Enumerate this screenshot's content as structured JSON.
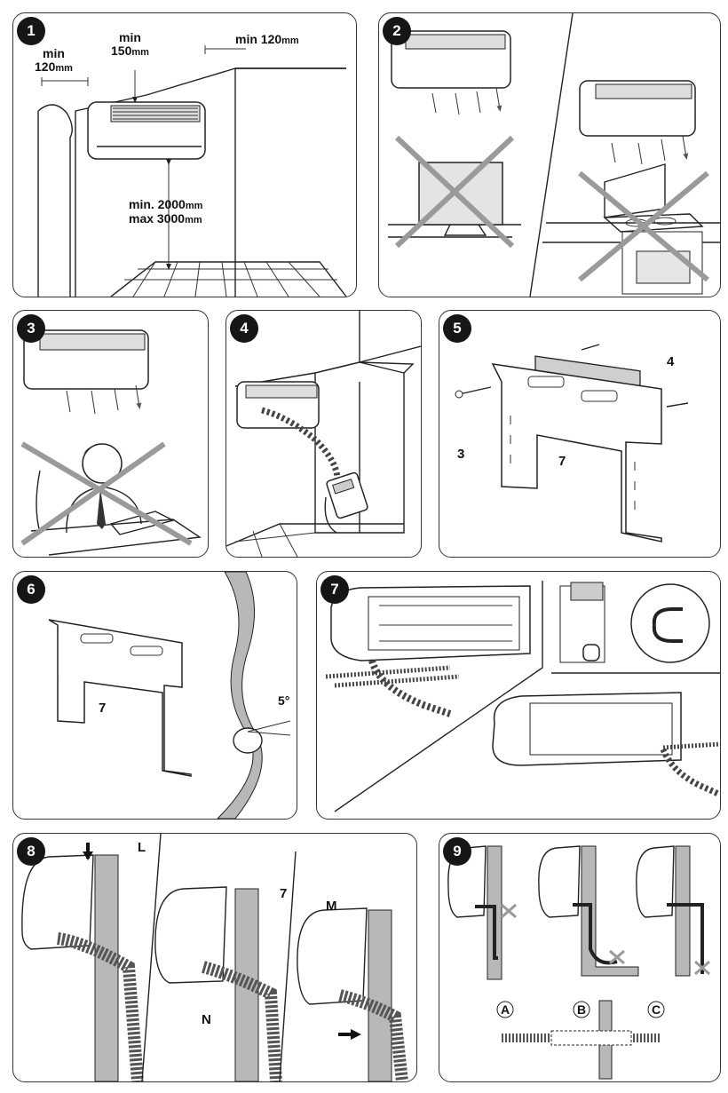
{
  "panels": [
    {
      "number": "1",
      "labels": {
        "left_min": "min",
        "left_val": "120",
        "left_unit": "mm",
        "top_min": "min",
        "top_val": "150",
        "top_unit": "mm",
        "right_min": "min 120",
        "right_unit": "mm",
        "height_min": "min. 2000",
        "height_min_unit": "mm",
        "height_max": "max 3000",
        "height_max_unit": "mm"
      }
    },
    {
      "number": "2"
    },
    {
      "number": "3"
    },
    {
      "number": "4"
    },
    {
      "number": "5",
      "labels": {
        "screw": "3",
        "plug": "4",
        "plate": "7"
      }
    },
    {
      "number": "6",
      "labels": {
        "plate": "7",
        "angle": "5°"
      }
    },
    {
      "number": "7"
    },
    {
      "number": "8",
      "labels": {
        "L": "L",
        "seven": "7",
        "N": "N",
        "M": "M"
      }
    },
    {
      "number": "9",
      "labels": {
        "A": "A",
        "B": "B",
        "C": "C"
      }
    }
  ],
  "colors": {
    "badge": "#161616",
    "cross": "#9a9a9a",
    "wall": "#b8b8b8"
  }
}
